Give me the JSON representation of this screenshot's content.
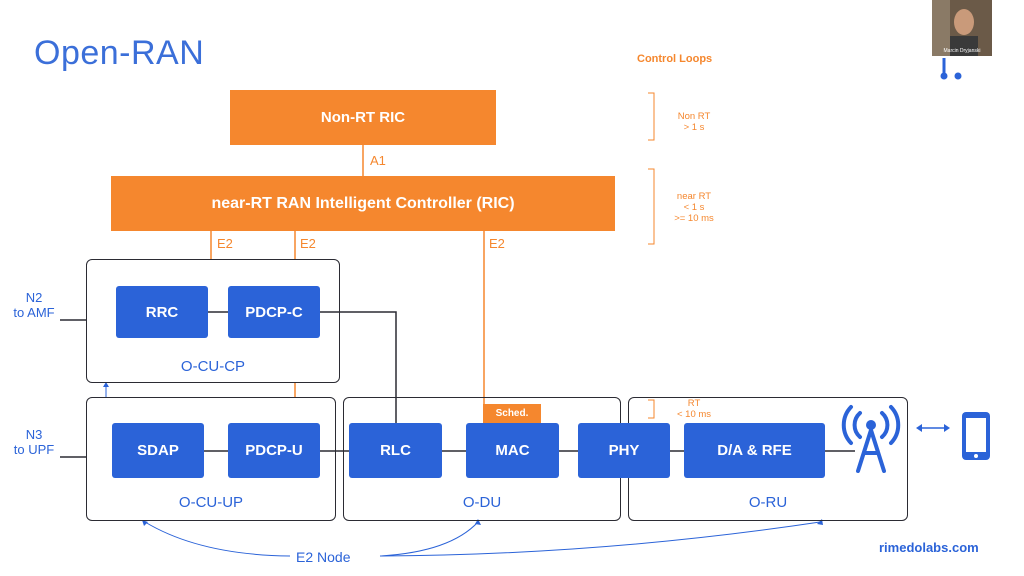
{
  "title": "Open-RAN",
  "control_loops": {
    "heading": "Control Loops",
    "non_rt": [
      "Non RT",
      "> 1 s"
    ],
    "near_rt": [
      "near RT",
      "< 1 s",
      ">= 10 ms"
    ],
    "rt": [
      "RT",
      "< 10 ms"
    ]
  },
  "ric": {
    "non_rt": "Non-RT RIC",
    "near_rt": "near-RT RAN Intelligent Controller (RIC)"
  },
  "interfaces": {
    "a1": "A1",
    "e2_a": "E2",
    "e2_b": "E2",
    "e2_c": "E2"
  },
  "blocks": {
    "rrc": "RRC",
    "pdcp_c": "PDCP-C",
    "sdap": "SDAP",
    "pdcp_u": "PDCP-U",
    "rlc": "RLC",
    "mac": "MAC",
    "sched": "Sched.",
    "phy": "PHY",
    "da_rfe": "D/A & RFE"
  },
  "groups": {
    "cu_cp": "O-CU-CP",
    "cu_up": "O-CU-UP",
    "du": "O-DU",
    "ru": "O-RU"
  },
  "side": {
    "n2": [
      "N2",
      "to AMF"
    ],
    "n3": [
      "N3",
      "to UPF"
    ]
  },
  "e2_node": "E2 Node",
  "webcam_name": "Marcin Dryjanski",
  "brand": "rimedolabs.com",
  "colors": {
    "orange": "#f5872e",
    "blue": "#2b63d8",
    "title_blue": "#3b6fd9",
    "outline": "#2b2b33"
  }
}
